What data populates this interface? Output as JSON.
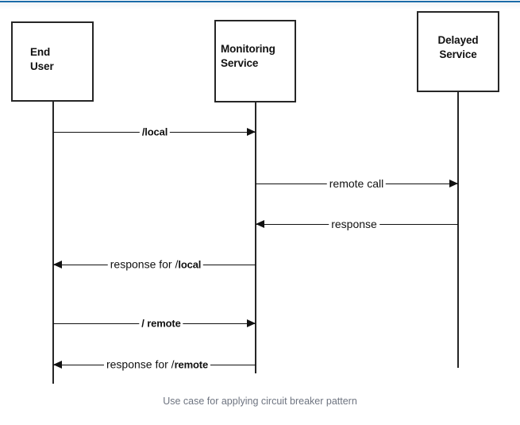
{
  "diagram": {
    "title_caption": "Use case for applying circuit breaker pattern",
    "accent_color": "#1b6ca8",
    "line_color": "#262626",
    "caption_color": "#6e7480",
    "participants": [
      {
        "id": "end-user",
        "label": "End\nUser"
      },
      {
        "id": "monitoring-service",
        "label": "Monitoring\nService"
      },
      {
        "id": "delayed-service",
        "label": "Delayed\nService"
      }
    ],
    "messages": [
      {
        "id": "local-request",
        "prefix": "",
        "emphasis": "/local",
        "suffix": "",
        "direction": "right"
      },
      {
        "id": "remote-call",
        "prefix": "remote call",
        "emphasis": "",
        "suffix": "",
        "direction": "right"
      },
      {
        "id": "remote-response",
        "prefix": "response",
        "emphasis": "",
        "suffix": "",
        "direction": "left"
      },
      {
        "id": "local-response",
        "prefix": "response for /",
        "emphasis": "local",
        "suffix": "",
        "direction": "left"
      },
      {
        "id": "remote-request",
        "prefix": "/ ",
        "emphasis": "remote",
        "suffix": "",
        "direction": "right"
      },
      {
        "id": "remote-req-response",
        "prefix": "response for /",
        "emphasis": "remote",
        "suffix": "",
        "direction": "left"
      }
    ]
  }
}
